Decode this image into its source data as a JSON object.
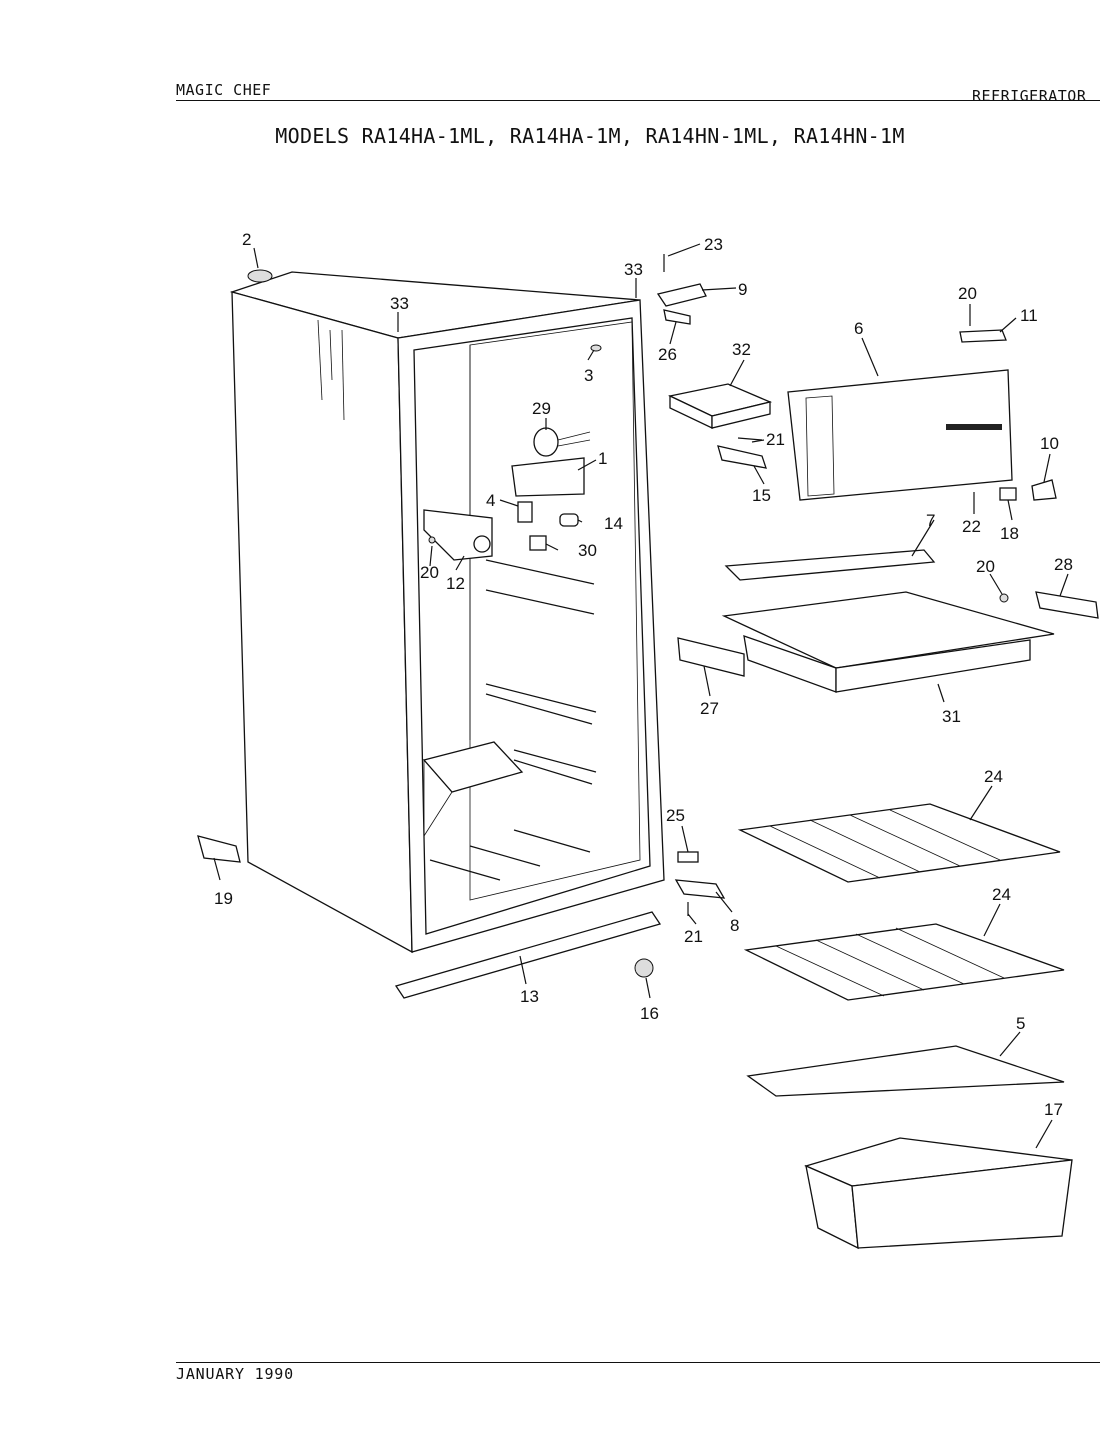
{
  "header": {
    "brand": "MAGIC CHEF",
    "category": "REFRIGERATOR",
    "models": "MODELS RA14HA-1ML, RA14HA-1M, RA14HN-1ML, RA14HN-1M"
  },
  "footer": {
    "date": "JANUARY 1990"
  },
  "callouts": {
    "c1": "1",
    "c2": "2",
    "c3": "3",
    "c4": "4",
    "c5": "5",
    "c6": "6",
    "c7": "7",
    "c8": "8",
    "c9": "9",
    "c10": "10",
    "c11": "11",
    "c12": "12",
    "c13": "13",
    "c14": "14",
    "c15": "15",
    "c16": "16",
    "c17": "17",
    "c18": "18",
    "c19": "19",
    "c20a": "20",
    "c20b": "20",
    "c20c": "20",
    "c21a": "21",
    "c21b": "21",
    "c22": "22",
    "c23": "23",
    "c24a": "24",
    "c24b": "24",
    "c25": "25",
    "c26": "26",
    "c27": "27",
    "c28": "28",
    "c29": "29",
    "c30": "30",
    "c31": "31",
    "c32": "32",
    "c33a": "33",
    "c33b": "33"
  }
}
